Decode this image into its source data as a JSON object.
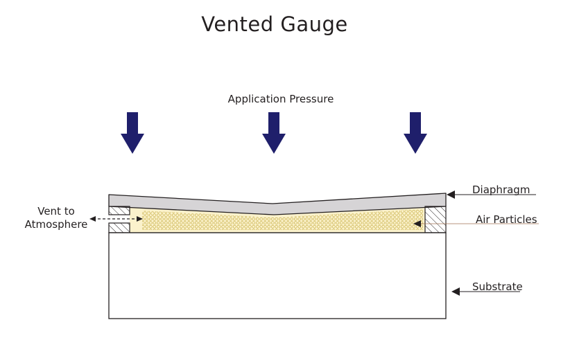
{
  "title": "Vented Gauge",
  "labels": {
    "application_pressure": "Application Pressure",
    "diaphragm": "Diaphragm",
    "air_particles": "Air Particles",
    "substrate": "Substrate",
    "vent_line1": "Vent to",
    "vent_line2": "Atmosphere"
  },
  "colors": {
    "arrow": "#1f1f6b",
    "diaphragm_fill": "#d6d4d6",
    "air_fill": "#fbf2cc",
    "particle_stroke": "#c8b04a",
    "outline": "#231f20"
  }
}
